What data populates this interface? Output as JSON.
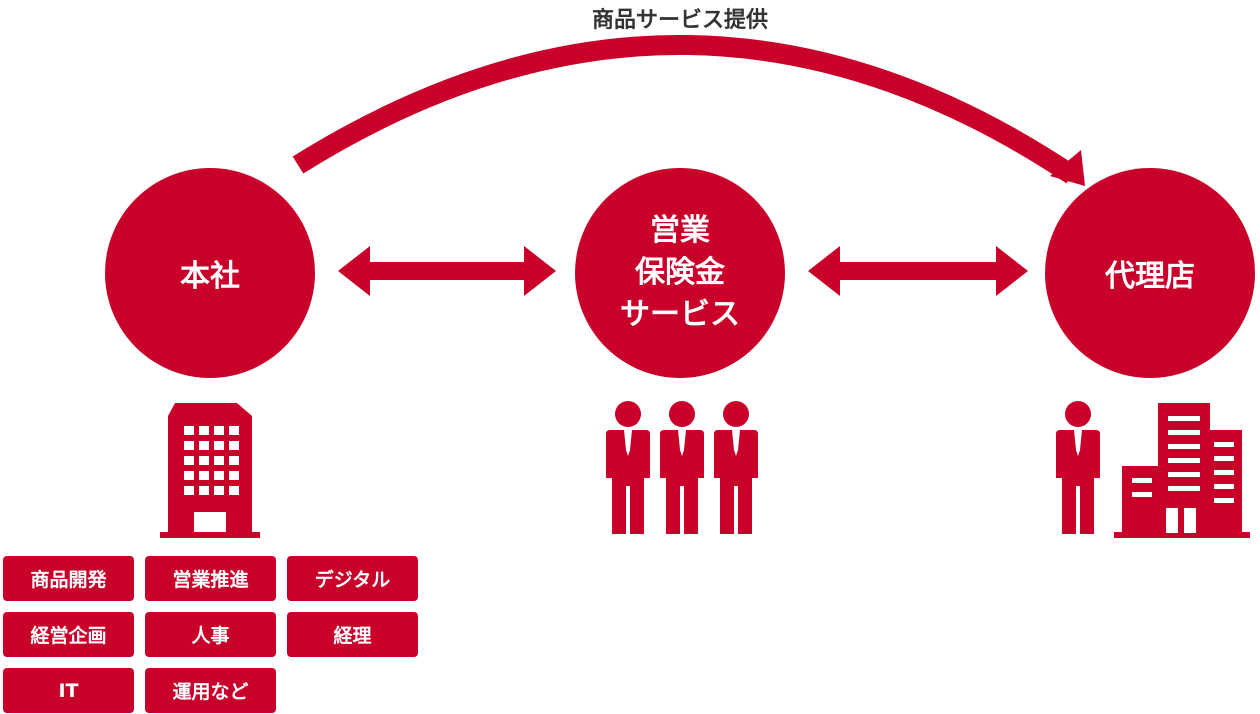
{
  "flow": {
    "top_label": "商品サービス提供",
    "nodes": {
      "honsha": "本社",
      "eigyo_lines": [
        "営業",
        "保険金",
        "サービス"
      ],
      "dairiten": "代理店"
    }
  },
  "departments": [
    "商品開発",
    "営業推進",
    "デジタル",
    "経営企画",
    "人事",
    "経理",
    "IT",
    "運用など"
  ],
  "colors": {
    "accent": "#c8002a",
    "label_text": "#333333"
  },
  "icons": [
    "office-building-icon",
    "person-icon",
    "city-buildings-icon"
  ]
}
